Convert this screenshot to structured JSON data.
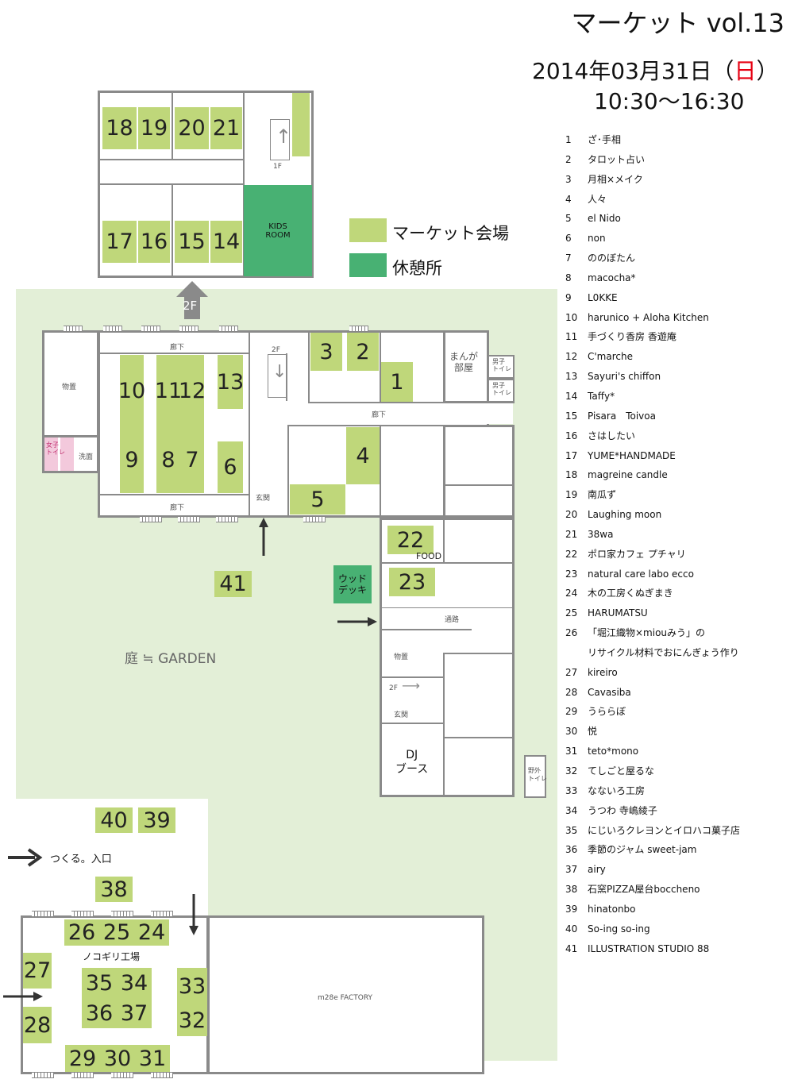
{
  "header": {
    "title": "マーケット vol.13",
    "date_prefix": "2014年03月31日（",
    "date_day": "日",
    "date_suffix": "）",
    "hours": "10:30～16:30"
  },
  "legend": {
    "market": "マーケット会場",
    "rest": "休憩所"
  },
  "colors": {
    "market": "#bfd77a",
    "rest": "#48b173",
    "garden": "#e3efd7",
    "walls": "#8a8a8a",
    "day": "#e60012"
  },
  "map": {
    "upper_floor_marker": "2F",
    "kids_room": "KIDS\nROOM",
    "stairs_1f": "1F",
    "stairs_2f_a": "2F",
    "stairs_2f_b": "2F",
    "corridor_top": "廊下",
    "corridor_bottom": "廊下",
    "corridor_right": "廊下",
    "storage_left": "物置",
    "storage_right": "物置",
    "washroom": "洗面",
    "women_toilet": "女子\nトイレ",
    "men_toilet_1": "男子\nトイレ",
    "men_toilet_2": "男子\nトイレ",
    "manga_room": "まんが\n部屋",
    "entrance_1": "玄関",
    "entrance_2": "玄関",
    "passage": "通路",
    "wood_deck": "ウッド\nデッキ",
    "food": "FOOD",
    "garden": "庭 ≒ GARDEN",
    "dj_booth": "DJ\nブース",
    "outdoor_toilet": "野外\nトイレ",
    "tsukuru_entrance": "つくる。入口",
    "saw_factory": "ノコギリ工場",
    "factory": "m28e FACTORY"
  },
  "booths": [
    {
      "num": "1",
      "name": "ざ･手相"
    },
    {
      "num": "2",
      "name": "タロット占い"
    },
    {
      "num": "3",
      "name": "月相×メイク"
    },
    {
      "num": "4",
      "name": "人々"
    },
    {
      "num": "5",
      "name": "el Nido"
    },
    {
      "num": "6",
      "name": "non"
    },
    {
      "num": "7",
      "name": "ののぼたん"
    },
    {
      "num": "8",
      "name": "macocha*"
    },
    {
      "num": "9",
      "name": "L0KKE"
    },
    {
      "num": "10",
      "name": "harunico + Aloha Kitchen"
    },
    {
      "num": "11",
      "name": "手づくり香房 香遊庵"
    },
    {
      "num": "12",
      "name": "C'marche"
    },
    {
      "num": "13",
      "name": "Sayuri's chiffon"
    },
    {
      "num": "14",
      "name": "Taffy*"
    },
    {
      "num": "15",
      "name": "Pisara　Toivoa"
    },
    {
      "num": "16",
      "name": "さはしたい"
    },
    {
      "num": "17",
      "name": "YUME*HANDMADE"
    },
    {
      "num": "18",
      "name": "magreine candle"
    },
    {
      "num": "19",
      "name": "南瓜ず"
    },
    {
      "num": "20",
      "name": "Laughing moon"
    },
    {
      "num": "21",
      "name": "38wa"
    },
    {
      "num": "22",
      "name": "ポロ家カフェ プチャリ"
    },
    {
      "num": "23",
      "name": "natural care labo ecco"
    },
    {
      "num": "24",
      "name": "木の工房くぬぎまき"
    },
    {
      "num": "25",
      "name": "HARUMATSU"
    },
    {
      "num": "26",
      "name": "「堀江織物×miouみう」の"
    },
    {
      "num": "",
      "name": "リサイクル材料でおにんぎょう作り"
    },
    {
      "num": "27",
      "name": "kireiro"
    },
    {
      "num": "28",
      "name": "Cavasiba"
    },
    {
      "num": "29",
      "name": "うららぼ"
    },
    {
      "num": "30",
      "name": "悦"
    },
    {
      "num": "31",
      "name": "teto*mono"
    },
    {
      "num": "32",
      "name": "てしごと屋るな"
    },
    {
      "num": "33",
      "name": "なないろ工房"
    },
    {
      "num": "34",
      "name": "うつわ 寺嶋綾子"
    },
    {
      "num": "35",
      "name": "にじいろクレヨンとイロハコ菓子店"
    },
    {
      "num": "36",
      "name": "季節のジャム sweet-jam"
    },
    {
      "num": "37",
      "name": "airy"
    },
    {
      "num": "38",
      "name": "石窯PIZZA屋台boccheno"
    },
    {
      "num": "39",
      "name": "hinatonbo"
    },
    {
      "num": "40",
      "name": "So-ing so-ing"
    },
    {
      "num": "41",
      "name": "ILLUSTRATION STUDIO 88"
    }
  ],
  "map_numbers": {
    "b1": "1",
    "b2": "2",
    "b3": "3",
    "b4": "4",
    "b5": "5",
    "b6": "6",
    "b7": "7",
    "b8": "8",
    "b9": "9",
    "b10": "10",
    "b11": "11",
    "b12": "12",
    "b13": "13",
    "b14": "14",
    "b15": "15",
    "b16": "16",
    "b17": "17",
    "b18": "18",
    "b19": "19",
    "b20": "20",
    "b21": "21",
    "b22": "22",
    "b23": "23",
    "b24": "24",
    "b25": "25",
    "b26": "26",
    "b27": "27",
    "b28": "28",
    "b29": "29",
    "b30": "30",
    "b31": "31",
    "b32": "32",
    "b33": "33",
    "b34": "34",
    "b35": "35",
    "b36": "36",
    "b37": "37",
    "b38": "38",
    "b39": "39",
    "b40": "40",
    "b41": "41"
  }
}
